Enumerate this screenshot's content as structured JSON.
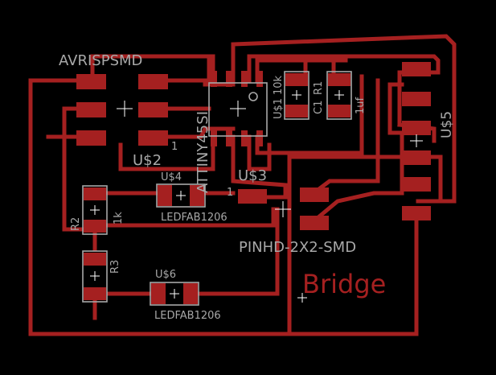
{
  "board": {
    "background": "#000000",
    "copper_color": "#a52020",
    "silk_color": "#a8a8a8",
    "origin_color": "#ffffff"
  },
  "labels": {
    "avrispsmd": "AVRISPSMD",
    "u2": "U$2",
    "u2_pin1": "1",
    "attiny": "ATTINY45SI",
    "u4": "U$4",
    "ledfab_1": "LEDFAB1206",
    "r2": "R2",
    "r2_value": "1k",
    "r3": "R3",
    "u6": "U$6",
    "ledfab_2": "LEDFAB1206",
    "u3": "U$3",
    "u3_pin1": "1",
    "pinhd": "PINHD-2X2-SMD",
    "bridge": "Bridge",
    "u1": "U$1",
    "r1_value": "10k",
    "r1": "R1",
    "c1": "C1",
    "c1_value": "1uf",
    "u5": "U$5"
  }
}
